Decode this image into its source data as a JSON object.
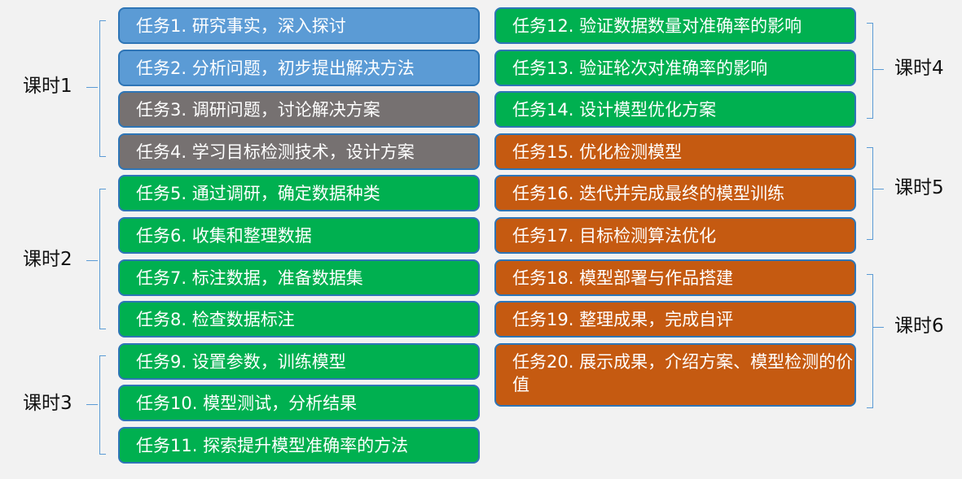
{
  "colors": {
    "blue": "#5b9bd5",
    "gray": "#767171",
    "green": "#00b050",
    "orange": "#c55a11",
    "border": "#2e75b6",
    "bracket": "#5b9bd5"
  },
  "left_tasks": [
    {
      "label": "任务1. 研究事实，深入探讨",
      "color": "blue"
    },
    {
      "label": "任务2. 分析问题，初步提出解决方法",
      "color": "blue"
    },
    {
      "label": "任务3. 调研问题，讨论解决方案",
      "color": "gray"
    },
    {
      "label": "任务4. 学习目标检测技术，设计方案",
      "color": "gray"
    },
    {
      "label": "任务5. 通过调研，确定数据种类",
      "color": "green"
    },
    {
      "label": "任务6. 收集和整理数据",
      "color": "green"
    },
    {
      "label": "任务7. 标注数据，准备数据集",
      "color": "green"
    },
    {
      "label": "任务8. 检查数据标注",
      "color": "green"
    },
    {
      "label": "任务9. 设置参数，训练模型",
      "color": "green"
    },
    {
      "label": "任务10. 模型测试，分析结果",
      "color": "green"
    },
    {
      "label": "任务11. 探索提升模型准确率的方法",
      "color": "green"
    }
  ],
  "right_tasks": [
    {
      "label": "任务12. 验证数据数量对准确率的影响",
      "color": "green"
    },
    {
      "label": "任务13. 验证轮次对准确率的影响",
      "color": "green"
    },
    {
      "label": "任务14. 设计模型优化方案",
      "color": "green"
    },
    {
      "label": "任务15. 优化检测模型",
      "color": "orange"
    },
    {
      "label": "任务16. 迭代并完成最终的模型训练",
      "color": "orange"
    },
    {
      "label": "任务17. 目标检测算法优化",
      "color": "orange"
    },
    {
      "label": "任务18. 模型部署与作品搭建",
      "color": "orange"
    },
    {
      "label": "任务19. 整理成果，完成自评",
      "color": "orange"
    },
    {
      "label": "任务20. 展示成果，介绍方案、模型检测的价值",
      "color": "orange"
    }
  ],
  "lessons": [
    {
      "label": "课时1",
      "side": "left"
    },
    {
      "label": "课时2",
      "side": "left"
    },
    {
      "label": "课时3",
      "side": "left"
    },
    {
      "label": "课时4",
      "side": "right"
    },
    {
      "label": "课时5",
      "side": "right"
    },
    {
      "label": "课时6",
      "side": "right"
    }
  ]
}
